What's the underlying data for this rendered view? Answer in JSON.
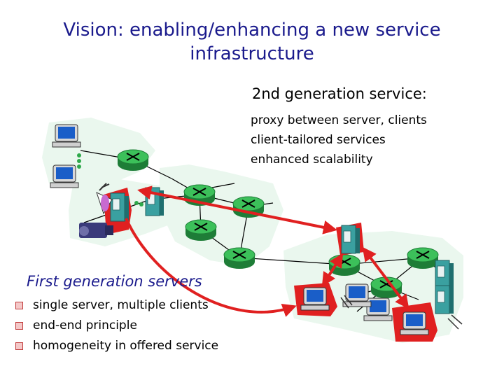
{
  "title": "Vision: enabling/enhancing a new service infrastructure",
  "gen2": {
    "heading": "2nd generation service:",
    "items": [
      "proxy between server, clients",
      "client-tailored services",
      "enhanced scalability"
    ]
  },
  "gen1": {
    "heading": "First generation servers",
    "items": [
      "single server, multiple clients",
      "end-end principle",
      "homogeneity in offered service"
    ]
  },
  "colors": {
    "cloud": "#eaf7ee",
    "router": "#2ea84a",
    "link": "#e02020",
    "server": "#2c8a8a",
    "title": "#1a1a8c"
  }
}
